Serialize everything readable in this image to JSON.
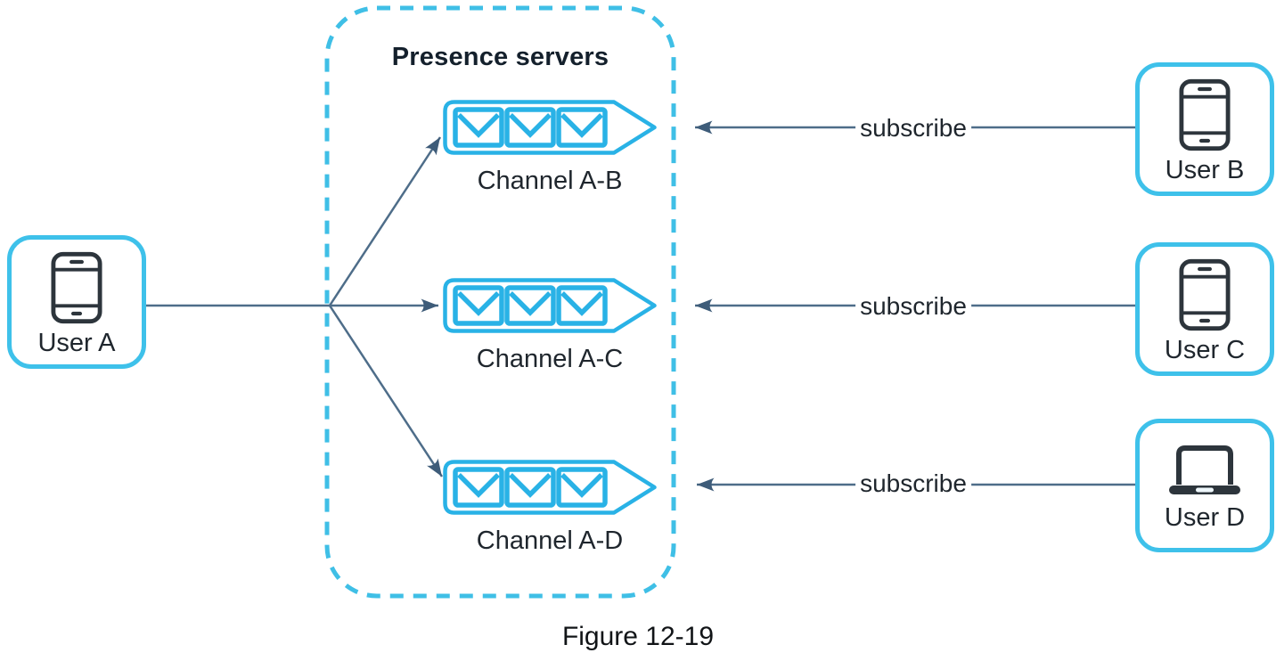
{
  "figure": {
    "caption": "Figure 12-19"
  },
  "presence_group": {
    "title": "Presence servers",
    "channels": [
      {
        "label": "Channel A-B"
      },
      {
        "label": "Channel A-C"
      },
      {
        "label": "Channel A-D"
      }
    ]
  },
  "users": [
    {
      "label": "User A",
      "device": "smartphone-icon"
    },
    {
      "label": "User B",
      "device": "smartphone-icon"
    },
    {
      "label": "User C",
      "device": "smartphone-icon"
    },
    {
      "label": "User D",
      "device": "laptop-icon"
    }
  ],
  "connections": {
    "subscribe_label": "subscribe",
    "edges": [
      {
        "from": "User A",
        "to": "Channel A-B"
      },
      {
        "from": "User A",
        "to": "Channel A-C"
      },
      {
        "from": "User A",
        "to": "Channel A-D"
      },
      {
        "from": "User B",
        "to": "Channel A-B",
        "label": "subscribe"
      },
      {
        "from": "User C",
        "to": "Channel A-C",
        "label": "subscribe"
      },
      {
        "from": "User D",
        "to": "Channel A-D",
        "label": "subscribe"
      }
    ]
  },
  "colors": {
    "queue_cyan": "#29b2e6",
    "box_border_cyan": "#3ec1ea",
    "dashed_border_cyan": "#3fbfe6",
    "arrow_line": "#4e6d89",
    "arrowhead": "#3e5c79",
    "icon_dark": "#2d353c",
    "text": "#1f262d"
  }
}
